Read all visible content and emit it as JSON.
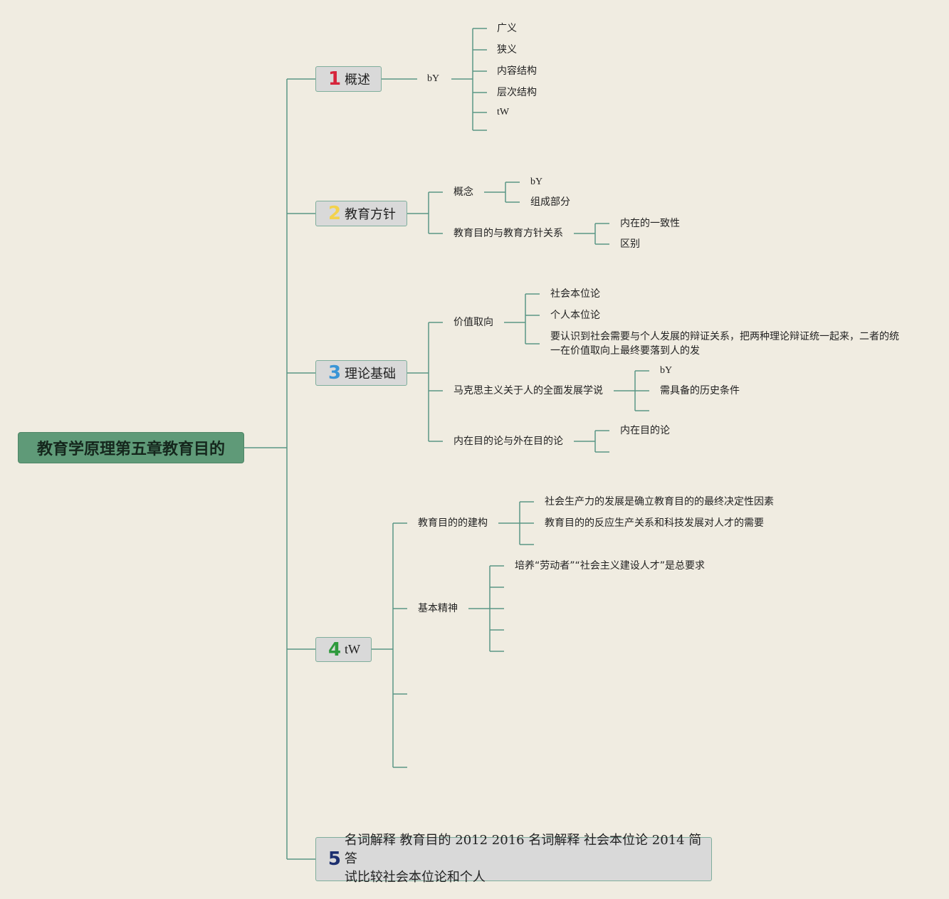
{
  "root": {
    "title": "教育学原理第五章教育目的"
  },
  "topics": {
    "t1": {
      "num": "1",
      "label": "概述"
    },
    "t2": {
      "num": "2",
      "label": "教育方针"
    },
    "t3": {
      "num": "3",
      "label": "理论基础"
    },
    "t4": {
      "num": "4",
      "label": "tW"
    },
    "t5": {
      "num": "5",
      "line1": "名词解释 教育目的 2012 2016 名词解释 社会本位论 2014 简答",
      "line2": "试比较社会本位论和个人"
    }
  },
  "t1": {
    "sub": "bY",
    "items": [
      "广义",
      "狭义",
      "内容结构",
      "层次结构",
      "tW"
    ]
  },
  "t2": {
    "concept": "概念",
    "concept_items": [
      "bY",
      "组成部分"
    ],
    "relation": "教育目的与教育方针关系",
    "relation_items": [
      "内在的一致性",
      "区别"
    ]
  },
  "t3": {
    "value": "价值取向",
    "value_items": [
      "社会本位论",
      "个人本位论"
    ],
    "value_note_line1": "要认识到社会需要与个人发展的辩证关系，把两种理论辩证统一起来，二者的统",
    "value_note_line2": "一在价值取向上最终要落到人的发",
    "marx": "马克思主义关于人的全面发展学说",
    "marx_items": [
      "bY",
      "需具备的历史条件"
    ],
    "inner": "内在目的论与外在目的论",
    "inner_items": [
      "内在目的论"
    ]
  },
  "t4": {
    "build": "教育目的的建构",
    "build_items": [
      "社会生产力的发展是确立教育目的的最终决定性因素",
      "教育目的的反应生产关系和科技发展对人才的需要"
    ],
    "spirit": "基本精神",
    "spirit_items": [
      "培养“劳动者”“社会主义建设人才”是总要求"
    ]
  }
}
